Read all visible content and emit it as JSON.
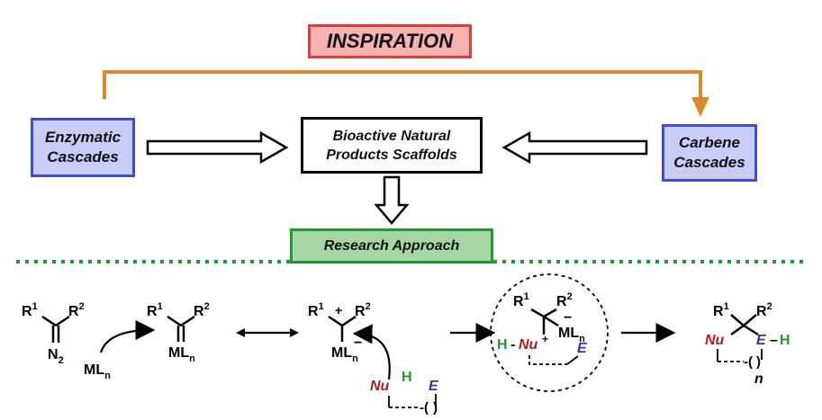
{
  "header": {
    "inspiration_label": "INSPIRATION"
  },
  "sources": {
    "enzymatic": [
      "Enzymatic",
      "Cascades"
    ],
    "carbene": [
      "Carbene",
      "Cascades"
    ]
  },
  "target": {
    "lines": [
      "Bioactive Natural",
      "Products Scaffolds"
    ]
  },
  "approach": {
    "label": "Research Approach"
  },
  "scheme": {
    "r1": "R",
    "r2": "R",
    "sup1": "1",
    "sup2": "2",
    "n2": "N",
    "n2_sub": "2",
    "ml": "ML",
    "ml_sub": "n",
    "nu": "Nu",
    "h": "H",
    "e": "E",
    "plus": "+",
    "minus": "−",
    "n": "n"
  },
  "colors": {
    "inspiration_fill": "#f7b2b2",
    "inspiration_border": "#e23c3c",
    "source_fill": "#c9ccf7",
    "source_border": "#3a4fd6",
    "approach_fill": "#a7d6a5",
    "approach_border": "#1e9a32",
    "flow_arrow": "#d98a2b",
    "divider": "#1e9a32",
    "nu_color": "#b01c1c",
    "h_color": "#1f9a2a",
    "e_color": "#2a36b8"
  }
}
